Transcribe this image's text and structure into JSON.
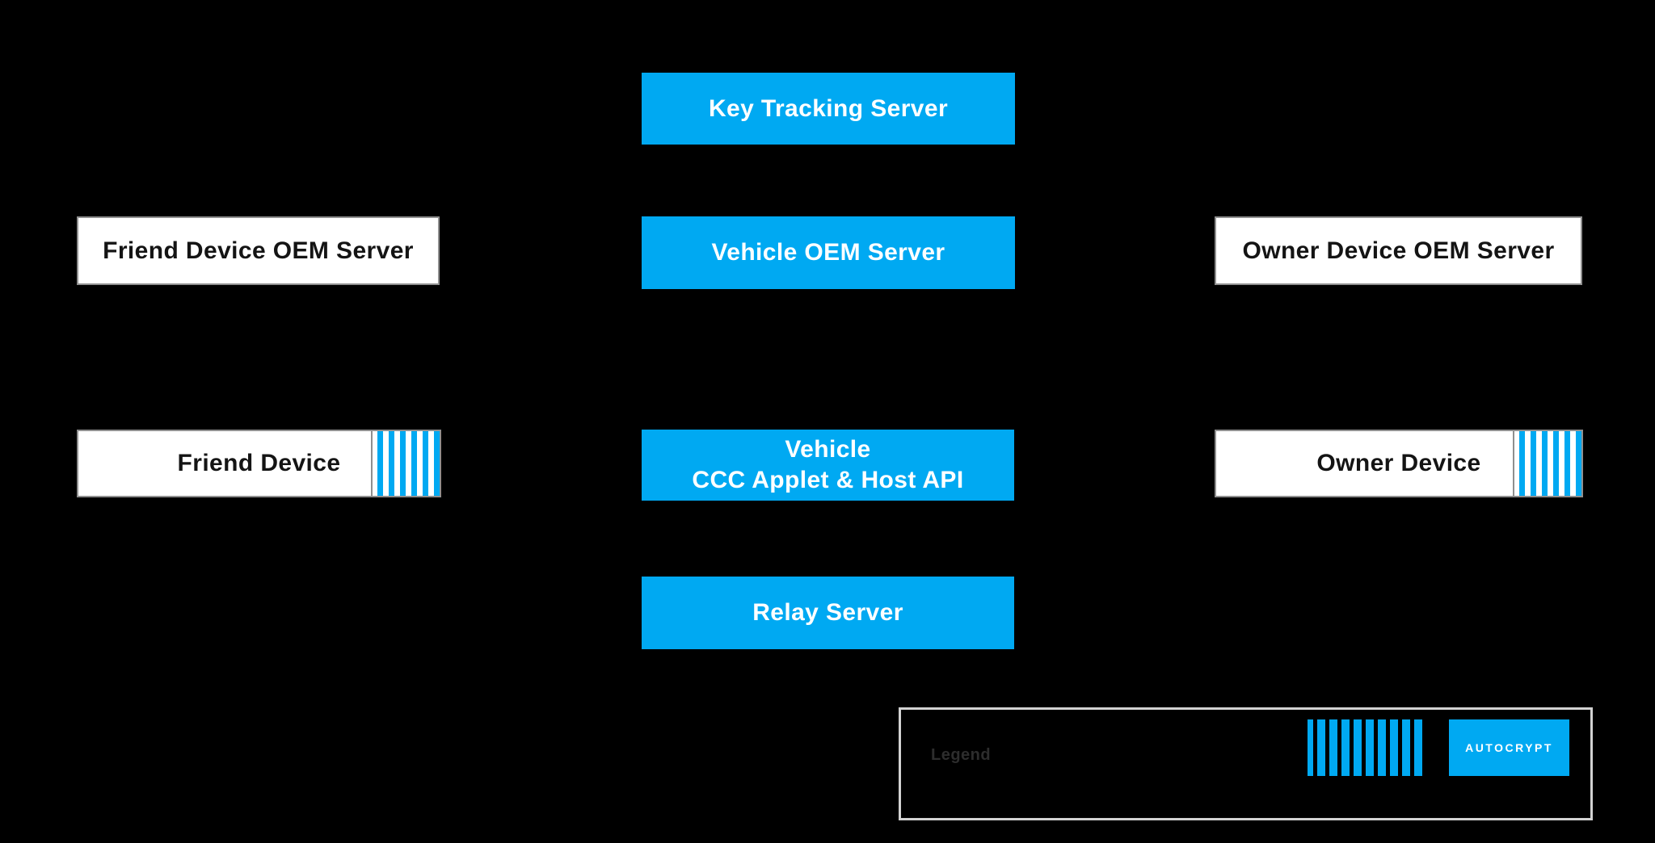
{
  "colors": {
    "background": "#000000",
    "accent_blue": "#00a9f2",
    "white_box_bg": "#ffffff",
    "white_box_border": "#8f8f8f",
    "text_on_blue": "#ffffff",
    "text_on_white": "#141414",
    "legend_border": "#d2d2d2",
    "legend_title_color": "#2d2d2d"
  },
  "nodes": {
    "key_tracking_server": {
      "label": "Key Tracking Server"
    },
    "friend_device_oem_server": {
      "label": "Friend Device OEM Server"
    },
    "vehicle_oem_server": {
      "label": "Vehicle OEM Server"
    },
    "owner_device_oem_server": {
      "label": "Owner Device OEM Server"
    },
    "friend_device": {
      "label": "Friend Device"
    },
    "vehicle": {
      "label_line1": "Vehicle",
      "label_line2": "CCC Applet & Host API"
    },
    "owner_device": {
      "label": "Owner Device"
    },
    "relay_server": {
      "label": "Relay Server"
    }
  },
  "legend": {
    "title": "Legend",
    "autocrypt_label": "AUTOCRYPT"
  }
}
